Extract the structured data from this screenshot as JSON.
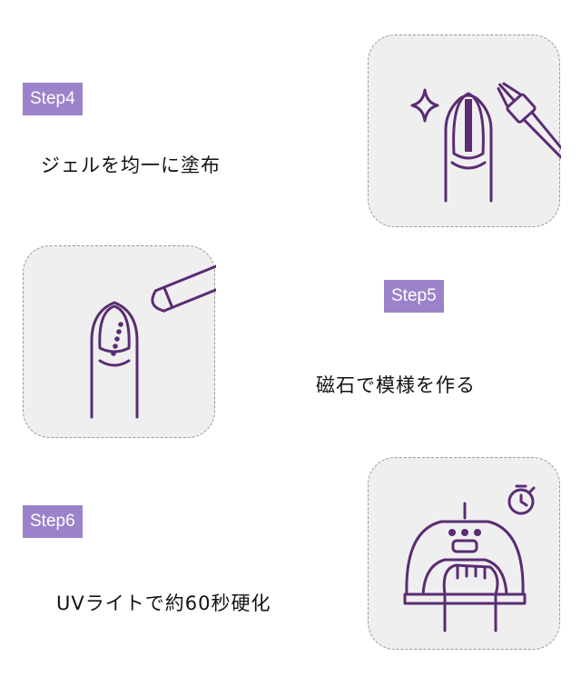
{
  "steps": [
    {
      "label": "Step4",
      "caption": "ジェルを均一に塗布"
    },
    {
      "label": "Step5",
      "caption": "磁石で模様を作る"
    },
    {
      "label": "Step6",
      "caption": "UVライトで約60秒硬化"
    }
  ],
  "colors": {
    "badge": "#9b82c9",
    "illustration": "#5a2d73",
    "card": "#f0eff0"
  }
}
